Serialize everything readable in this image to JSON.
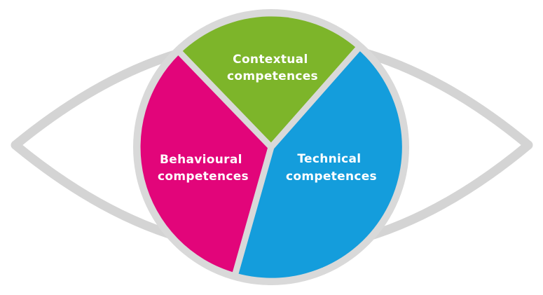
{
  "diagram": {
    "segments": [
      {
        "id": "contextual",
        "line1": "Contextual",
        "line2": "competences",
        "color": "#7db52a"
      },
      {
        "id": "technical",
        "line1": "Technical",
        "line2": "competences",
        "color": "#149ddc"
      },
      {
        "id": "behavioural",
        "line1": "Behavioural",
        "line2": "competences",
        "color": "#e2057a"
      }
    ],
    "outline_color": "#d4d4d4",
    "divider_color": "#d9d9d9"
  }
}
